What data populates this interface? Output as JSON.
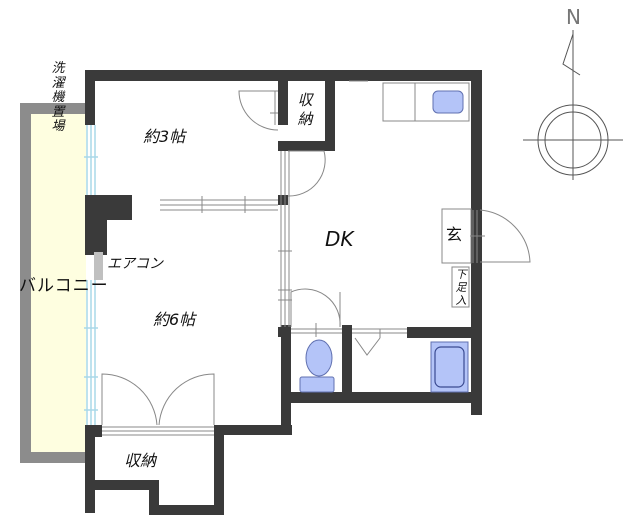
{
  "floor_plan": {
    "compass": {
      "north_label": "N"
    },
    "rooms": {
      "western_3": {
        "label": "約3帖"
      },
      "western_6": {
        "label": "約6帖"
      },
      "dk": {
        "label": "DK"
      },
      "closet_top": {
        "label_line1": "収",
        "label_line2": "納"
      },
      "closet_bottom": {
        "label": "収納"
      },
      "entrance": {
        "label": "玄"
      },
      "shoe_box": {
        "label_line1": "下",
        "label_line2": "足",
        "label_line3": "入"
      },
      "balcony": {
        "label": "バルコニー"
      },
      "laundry": {
        "label_chars": [
          "洗",
          "濯",
          "機",
          "置",
          "場"
        ]
      },
      "aircon": {
        "label": "エアコン"
      }
    },
    "colors": {
      "wall": "#3a3a3a",
      "balcony_fill": "#fefee0",
      "balcony_border": "#8c8c8c",
      "window": "#a8d8e8",
      "fixture_fill": "#b4c4f8",
      "fixture_stroke": "#6070b0",
      "aircon_unit": "#c0c0c0"
    }
  }
}
